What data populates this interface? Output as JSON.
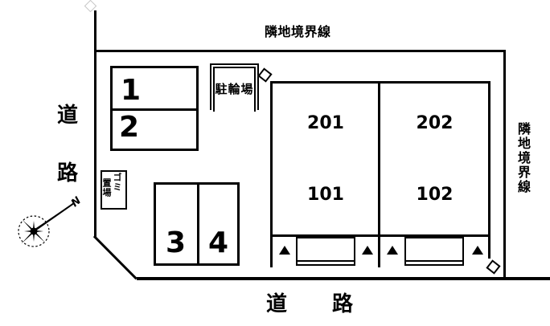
{
  "plan": {
    "boundaries": {
      "top_label": "隣地境界線",
      "right_label": "隣地境界線"
    },
    "roads": {
      "left": [
        "道",
        "路"
      ],
      "bottom": [
        "道",
        "路"
      ]
    },
    "parking": {
      "spaces": [
        "1",
        "2",
        "3",
        "4"
      ]
    },
    "bike_parking": {
      "label": "駐輪場"
    },
    "garbage": {
      "right_column": "ゴミ",
      "left_column": "置場"
    },
    "building": {
      "upper_units": [
        "201",
        "202"
      ],
      "lower_units": [
        "101",
        "102"
      ]
    },
    "compass": {
      "north_label": "N"
    },
    "colors": {
      "line": "#000000",
      "background": "#ffffff"
    }
  }
}
